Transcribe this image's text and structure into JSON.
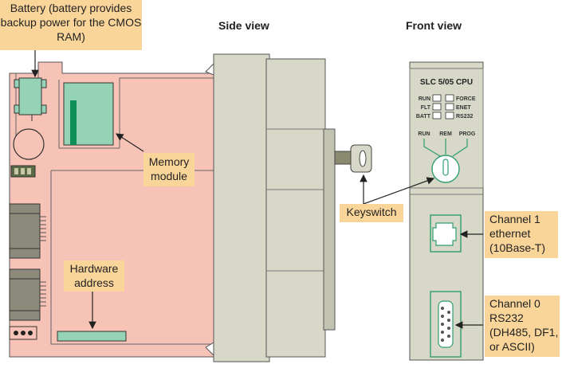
{
  "headings": {
    "side_view": "Side view",
    "front_view": "Front view"
  },
  "callouts": {
    "battery": "Battery (battery provides backup power for the CMOS RAM)",
    "memory_module": "Memory module",
    "hardware_address": "Hardware address",
    "keyswitch": "Keyswitch",
    "channel1": "Channel 1 ethernet (10Base-T)",
    "channel0": "Channel 0 RS232 (DH485, DF1, or ASCII)"
  },
  "front_panel": {
    "model": "SLC 5/05 CPU",
    "leds_left": [
      "RUN",
      "FLT",
      "BATT"
    ],
    "leds_right": [
      "FORCE",
      "ENET",
      "RS232"
    ],
    "switch_positions": [
      "RUN",
      "REM",
      "PROG"
    ]
  },
  "colors": {
    "board": "#f7c3b6",
    "module": "#d8d8c8",
    "component": "#94d3b5",
    "callout": "#fad59a",
    "port": "#2e9e6e"
  }
}
